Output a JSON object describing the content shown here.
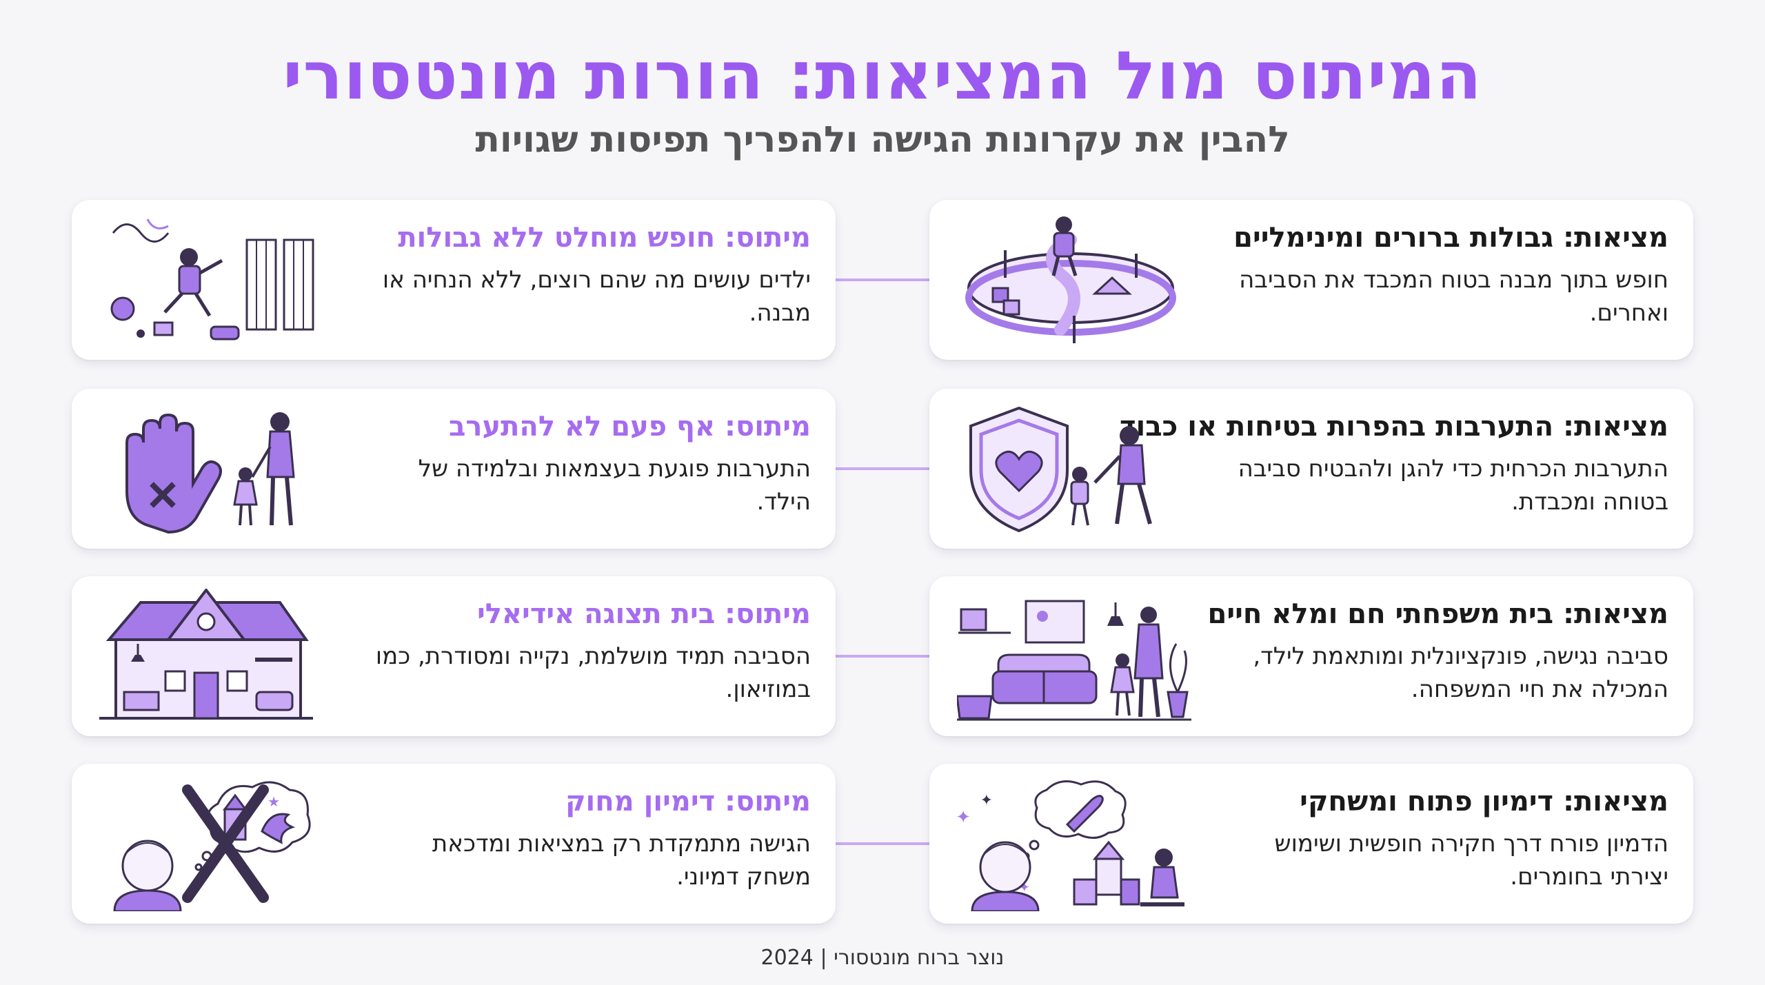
{
  "header": {
    "title": "המיתוס מול המציאות: הורות מונטסורי",
    "subtitle": "להבין את עקרונות הגישה ולהפריך תפיסות שגויות"
  },
  "rows": [
    {
      "reality": {
        "title": "מציאות: גבולות ברורים ומינימליים",
        "text": "חופש בתוך מבנה בטוח המכבד את הסביבה ואחרים."
      },
      "myth": {
        "title": "מיתוס: חופש מוחלט ללא גבולות",
        "text": "ילדים עושים מה שהם רוצים, ללא הנחיה או מבנה."
      }
    },
    {
      "reality": {
        "title": "מציאות: התערבות בהפרות בטיחות או כבוד",
        "text": "התערבות הכרחית כדי להגן ולהבטיח סביבה בטוחה ומכבדת."
      },
      "myth": {
        "title": "מיתוס: אף פעם לא להתערב",
        "text": "התערבות פוגעת בעצמאות ובלמידה של הילד."
      }
    },
    {
      "reality": {
        "title": "מציאות: בית משפחתי חם ומלא חיים",
        "text": "סביבה נגישה, פונקציונלית ומותאמת לילד, המכילה את חיי המשפחה."
      },
      "myth": {
        "title": "מיתוס: בית תצוגה אידיאלי",
        "text": "הסביבה תמיד מושלמת, נקייה ומסודרת, כמו במוזיאון."
      }
    },
    {
      "reality": {
        "title": "מציאות: דימיון פתוח ומשחקי",
        "text": "הדמיון פורח דרך חקירה חופשית ושימוש יצירתי בחומרים."
      },
      "myth": {
        "title": "מיתוס: דימיון מחוק",
        "text": "הגישה מתמקדת רק במציאות ומדכאת משחק דמיוני."
      }
    }
  ],
  "footer": "נוצר ברוח מונטסורי | 2024",
  "colors": {
    "accent": "#9b59f0",
    "accent_light": "#c9a8f5",
    "icon_fill": "#a47ae8",
    "icon_fill_light": "#e4d4fb",
    "line": "#3b3050"
  },
  "icons": [
    "playground-boundary-icon",
    "open-gate-chaos-icon",
    "shield-heart-icon",
    "stop-hand-icon",
    "family-living-room-icon",
    "showcase-house-icon",
    "imagination-rocket-icon",
    "crossed-dream-icon"
  ]
}
